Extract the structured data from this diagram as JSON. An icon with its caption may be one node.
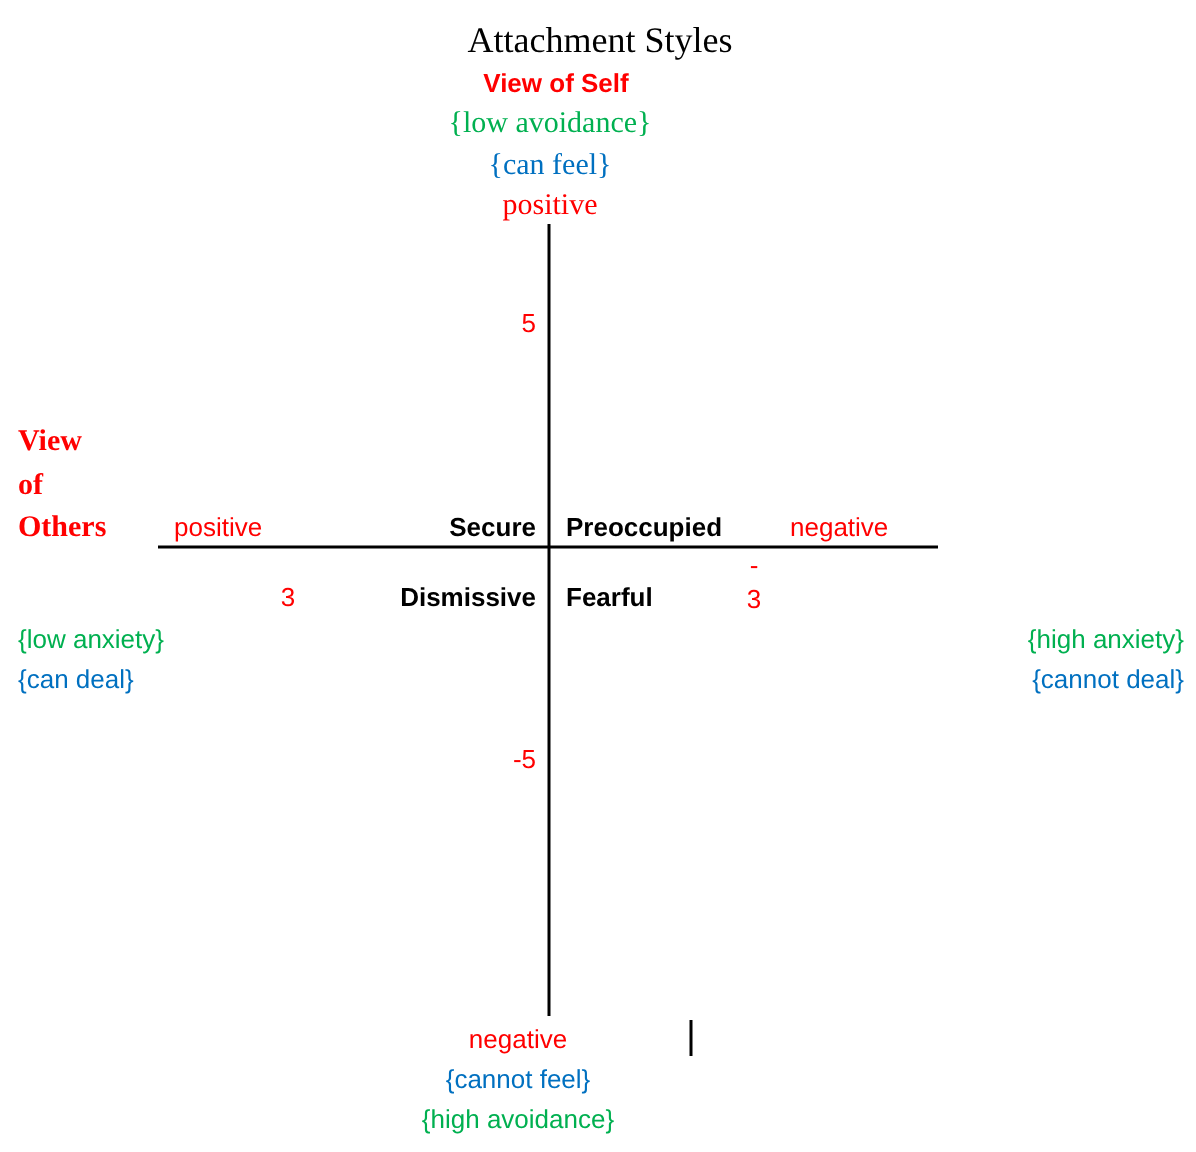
{
  "diagram": {
    "title": "Attachment Styles",
    "labels": [
      "View of Self",
      "{low avoidance}",
      "{can feel}",
      "positive",
      "5",
      "View of Others",
      "positive",
      "Secure",
      "Preoccupied",
      "negative",
      "3",
      "Dismissive",
      "Fearful",
      "-3",
      "{low anxiety}",
      "{high anxiety}",
      "{can deal}",
      "{cannot deal}",
      "-5",
      "negative",
      "{cannot feel}",
      "{high avoidance}"
    ]
  }
}
